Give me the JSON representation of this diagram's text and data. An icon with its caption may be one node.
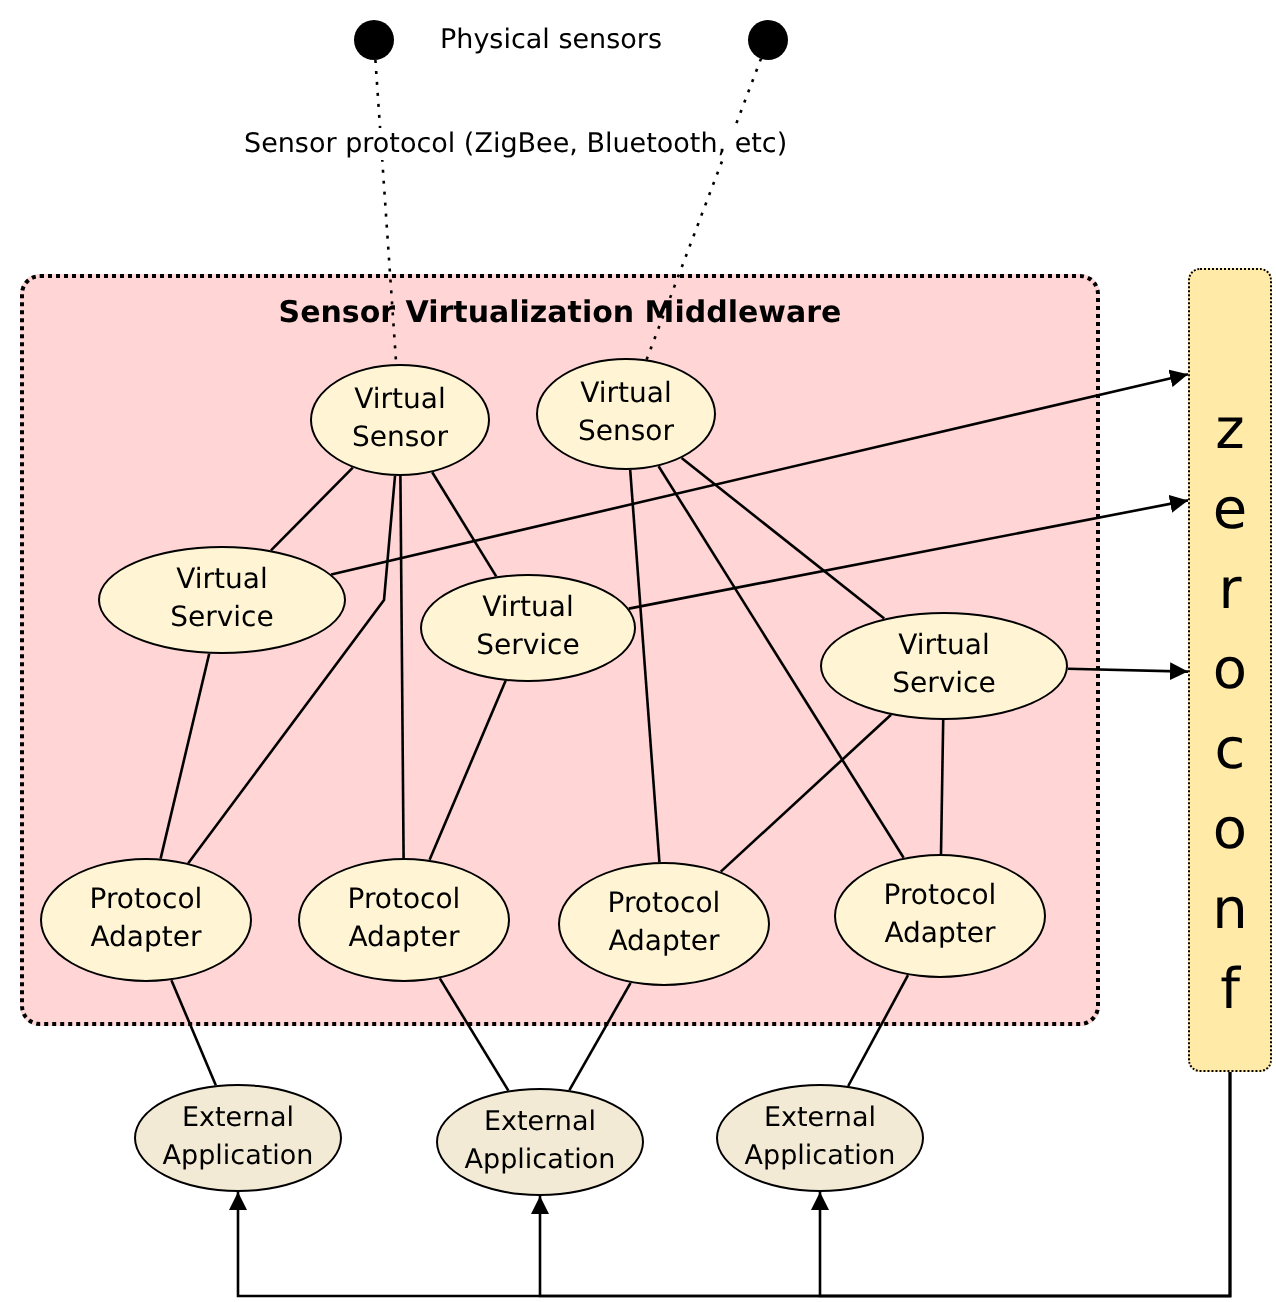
{
  "diagram": {
    "nodes": [
      {
        "text": [],
        "shape": "circle"
      },
      {
        "text": [],
        "shape": "circle"
      },
      {
        "text": [
          "Sensor Virtualization Middleware"
        ]
      },
      {
        "text": [
          "Virtual Sensor"
        ],
        "in": 2
      },
      {
        "text": [
          "Virtual Sensor"
        ],
        "in": 2
      },
      {
        "text": [
          "Virtual Service"
        ],
        "in": 2
      },
      {
        "text": [
          "Virtual Service"
        ],
        "in": 2
      },
      {
        "text": [
          "Virtual Service"
        ],
        "in": 2
      },
      {
        "text": [
          "Protocol Adapter"
        ],
        "in": 2
      },
      {
        "text": [
          "Protocol Adapter"
        ],
        "in": 2
      },
      {
        "text": [
          "Protocol Adapter"
        ],
        "in": 2
      },
      {
        "text": [
          "Protocol Adapter"
        ],
        "in": 2
      },
      {
        "text": [
          "zeroconf"
        ]
      },
      {
        "text": [
          "External Application"
        ]
      },
      {
        "text": [
          "External Application"
        ]
      },
      {
        "text": [
          "External Application"
        ]
      }
    ],
    "edges": [
      {
        "from": 0,
        "to": 3,
        "arrow": "none",
        "style": "dashed"
      },
      {
        "from": 1,
        "to": 4,
        "arrow": "none",
        "style": "dashed"
      },
      {
        "from": 3,
        "to": 5,
        "arrow": "none"
      },
      {
        "from": 3,
        "to": 8,
        "arrow": "none"
      },
      {
        "from": 3,
        "to": 9,
        "arrow": "none"
      },
      {
        "from": 3,
        "to": 6,
        "arrow": "none"
      },
      {
        "from": 4,
        "to": 10,
        "arrow": "none"
      },
      {
        "from": 4,
        "to": 11,
        "arrow": "none"
      },
      {
        "from": 4,
        "to": 7,
        "arrow": "none"
      },
      {
        "from": 5,
        "to": 8,
        "arrow": "none"
      },
      {
        "from": 6,
        "to": 9,
        "arrow": "none"
      },
      {
        "from": 7,
        "to": 10,
        "arrow": "none"
      },
      {
        "from": 7,
        "to": 11,
        "arrow": "none"
      },
      {
        "from": 5,
        "to": 12,
        "arrow": "to"
      },
      {
        "from": 6,
        "to": 12,
        "arrow": "to"
      },
      {
        "from": 7,
        "to": 12,
        "arrow": "to"
      },
      {
        "from": 8,
        "to": 13,
        "arrow": "none"
      },
      {
        "from": 9,
        "to": 14,
        "arrow": "none"
      },
      {
        "from": 10,
        "to": 14,
        "arrow": "none"
      },
      {
        "from": 11,
        "to": 15,
        "arrow": "none"
      },
      {
        "from": 12,
        "to": 13,
        "arrow": "to"
      },
      {
        "from": 12,
        "to": 14,
        "arrow": "to"
      },
      {
        "from": 12,
        "to": 15,
        "arrow": "to"
      }
    ],
    "labels": [
      "Physical sensors",
      "Sensor protocol (ZigBee, Bluetooth, etc)"
    ]
  }
}
